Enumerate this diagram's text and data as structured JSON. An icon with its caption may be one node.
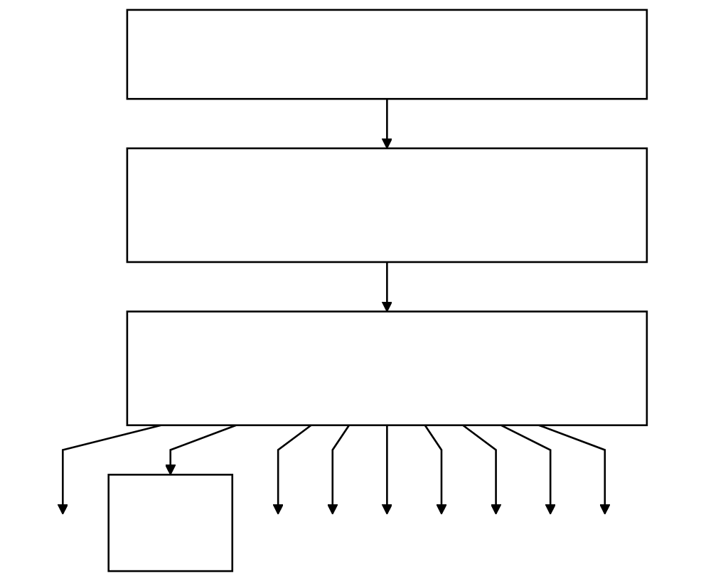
{
  "diagram": {
    "nodes": [
      {
        "text": [],
        "shape": "box"
      },
      {
        "text": [],
        "shape": "box"
      },
      {
        "text": [],
        "shape": "box"
      },
      {
        "text": [],
        "shape": "box"
      }
    ],
    "edges": [
      {
        "from": 0,
        "to": 1,
        "arrow": "to"
      },
      {
        "from": 1,
        "to": 2,
        "arrow": "to"
      },
      {
        "from": 2,
        "to": null,
        "arrow": "to"
      },
      {
        "from": 2,
        "to": 3,
        "arrow": "to"
      },
      {
        "from": 2,
        "to": null,
        "arrow": "to"
      },
      {
        "from": 2,
        "to": null,
        "arrow": "to"
      },
      {
        "from": 2,
        "to": null,
        "arrow": "to"
      },
      {
        "from": 2,
        "to": null,
        "arrow": "to"
      },
      {
        "from": 2,
        "to": null,
        "arrow": "to"
      },
      {
        "from": 2,
        "to": null,
        "arrow": "to"
      },
      {
        "from": 2,
        "to": null,
        "arrow": "to"
      }
    ]
  }
}
